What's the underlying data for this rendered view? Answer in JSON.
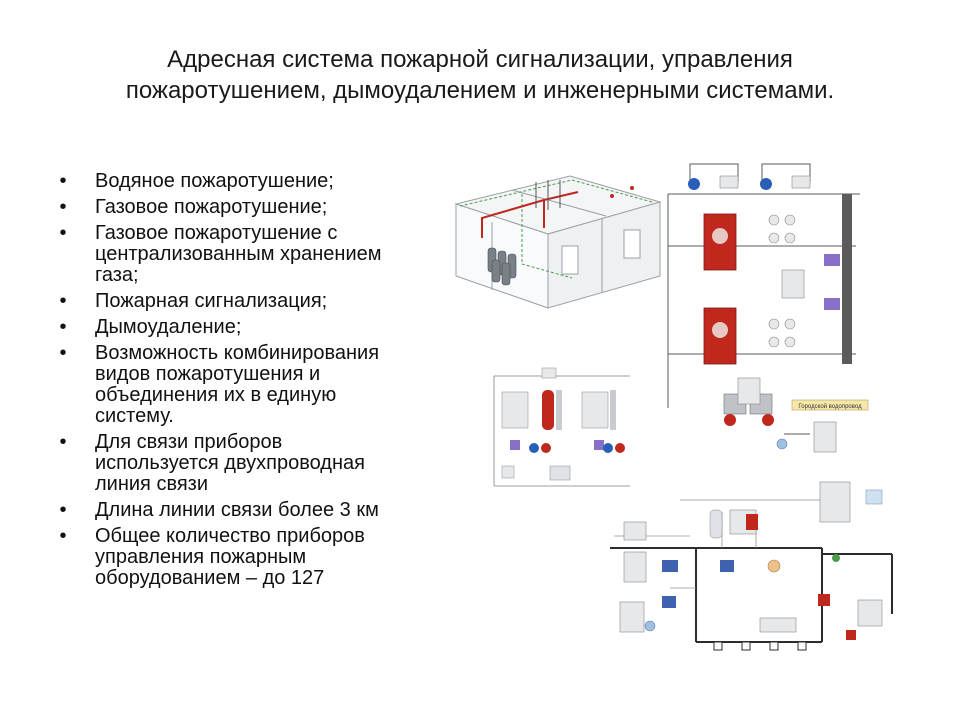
{
  "title": {
    "line1": "Адресная система пожарной сигнализации, управления",
    "line2": "пожаротушением, дымоудалением и инженерными системами."
  },
  "bullet_glyph": "•",
  "bullets": [
    {
      "lines": [
        "Водяное пожаротушение;"
      ]
    },
    {
      "lines": [
        "Газовое пожаротушение;"
      ]
    },
    {
      "lines": [
        "Газовое пожаротушение с",
        "централизованным хранением",
        "газа;"
      ]
    },
    {
      "lines": [
        "Пожарная сигнализация;"
      ]
    },
    {
      "lines": [
        "Дымоудаление;"
      ]
    },
    {
      "lines": [
        "Возможность комбинирования",
        "видов пожаротушения и",
        "объединения их в единую",
        "систему."
      ]
    },
    {
      "lines": [
        "Для связи приборов",
        "используется двухпроводная",
        "линия связи"
      ]
    },
    {
      "lines": [
        "Длина линии связи более 3 км"
      ]
    },
    {
      "lines": [
        "Общее количество приборов",
        "управления пожарным",
        "оборудованием – до 127"
      ]
    }
  ],
  "diagram_labels": {
    "city_water": "Городской водопровод"
  },
  "colors": {
    "pipe": "#5b5b5b",
    "alarm_red": "#c0281e",
    "valve_blue": "#2a5db8",
    "purple": "#8a6fc9",
    "wall": "#9aa0a6",
    "green_cable": "#4c9a4c"
  }
}
